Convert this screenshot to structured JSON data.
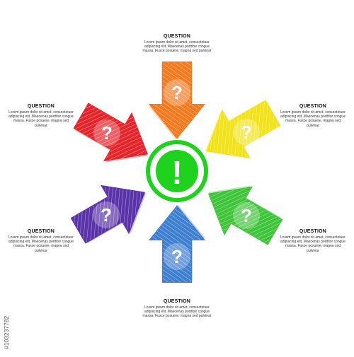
{
  "center": {
    "symbol": "!",
    "color": "#1ed21e"
  },
  "arrows": [
    {
      "id": "top",
      "color": "#f47a20",
      "mark": "?"
    },
    {
      "id": "upper-right",
      "color": "#f2e21a",
      "mark": "?"
    },
    {
      "id": "lower-right",
      "color": "#3fc43a",
      "mark": "?"
    },
    {
      "id": "bottom",
      "color": "#3f7fd0",
      "mark": "?"
    },
    {
      "id": "lower-left",
      "color": "#5a33a8",
      "mark": "?"
    },
    {
      "id": "upper-left",
      "color": "#e4252c",
      "mark": "?"
    }
  ],
  "labels": [
    {
      "id": "top",
      "title": "QUESTION",
      "lines": [
        "Lorem ipsum dolor sit amet, consectetuer",
        "adipiscing elit, Maecenas porttitor congue",
        "massa. Fusce posuere, magna sed pulvinar"
      ]
    },
    {
      "id": "upper-left",
      "title": "QUESTION",
      "lines": [
        "Lorem ipsum dolor sit amet, consectetuer",
        "adipiscing elit, Maecenas porttitor congue",
        "massa. Fusce posuere, magna sed pulvinar"
      ]
    },
    {
      "id": "upper-right",
      "title": "QUESTION",
      "lines": [
        "Lorem ipsum dolor sit amet, consectetuer",
        "adipiscing elit, Maecenas porttitor congue",
        "massa. Fusce posuere, magna sed pulvinar"
      ]
    },
    {
      "id": "lower-left",
      "title": "QUESTION",
      "lines": [
        "Lorem ipsum dolor sit amet, consectetuer",
        "adipiscing elit, Maecenas porttitor congue",
        "massa. Fusce posuere, magna sed pulvinar"
      ]
    },
    {
      "id": "lower-right",
      "title": "QUESTION",
      "lines": [
        "Lorem ipsum dolor sit amet, consectetuer",
        "adipiscing elit, Maecenas porttitor congue",
        "massa. Fusce posuere, magna sed pulvinar"
      ]
    },
    {
      "id": "bottom",
      "title": "QUESTION",
      "lines": [
        "Lorem ipsum dolor sit amet, consectetuer",
        "adipiscing elit, Maecenas porttitor congue",
        "massa. Fusce posuere, magna sed pulvinar"
      ]
    }
  ],
  "watermark": "#103237782"
}
